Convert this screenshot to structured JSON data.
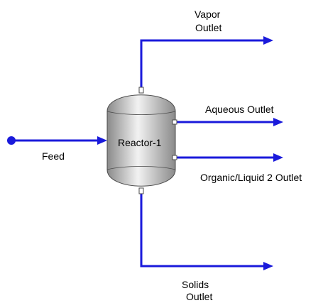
{
  "colors": {
    "stream": "#1a1adb",
    "vessel_light": "#f2f2f2",
    "vessel_dark": "#8a8a8a",
    "vessel_outline": "#4a4a4a",
    "label": "#000000"
  },
  "unit": {
    "name": "Reactor-1",
    "icon": "reactor-vessel-icon"
  },
  "streams": {
    "feed": {
      "label": "Feed"
    },
    "vapor": {
      "label_line1": "Vapor",
      "label_line2": "Outlet"
    },
    "aqueous": {
      "label": "Aqueous Outlet"
    },
    "organic": {
      "label": "Organic/Liquid 2 Outlet"
    },
    "solids": {
      "label_line1": "Solids",
      "label_line2": "Outlet"
    }
  },
  "icons": {
    "feed_source": "feed-source-dot-icon",
    "arrowhead": "arrowhead-icon",
    "nozzle": "nozzle-port-icon"
  }
}
